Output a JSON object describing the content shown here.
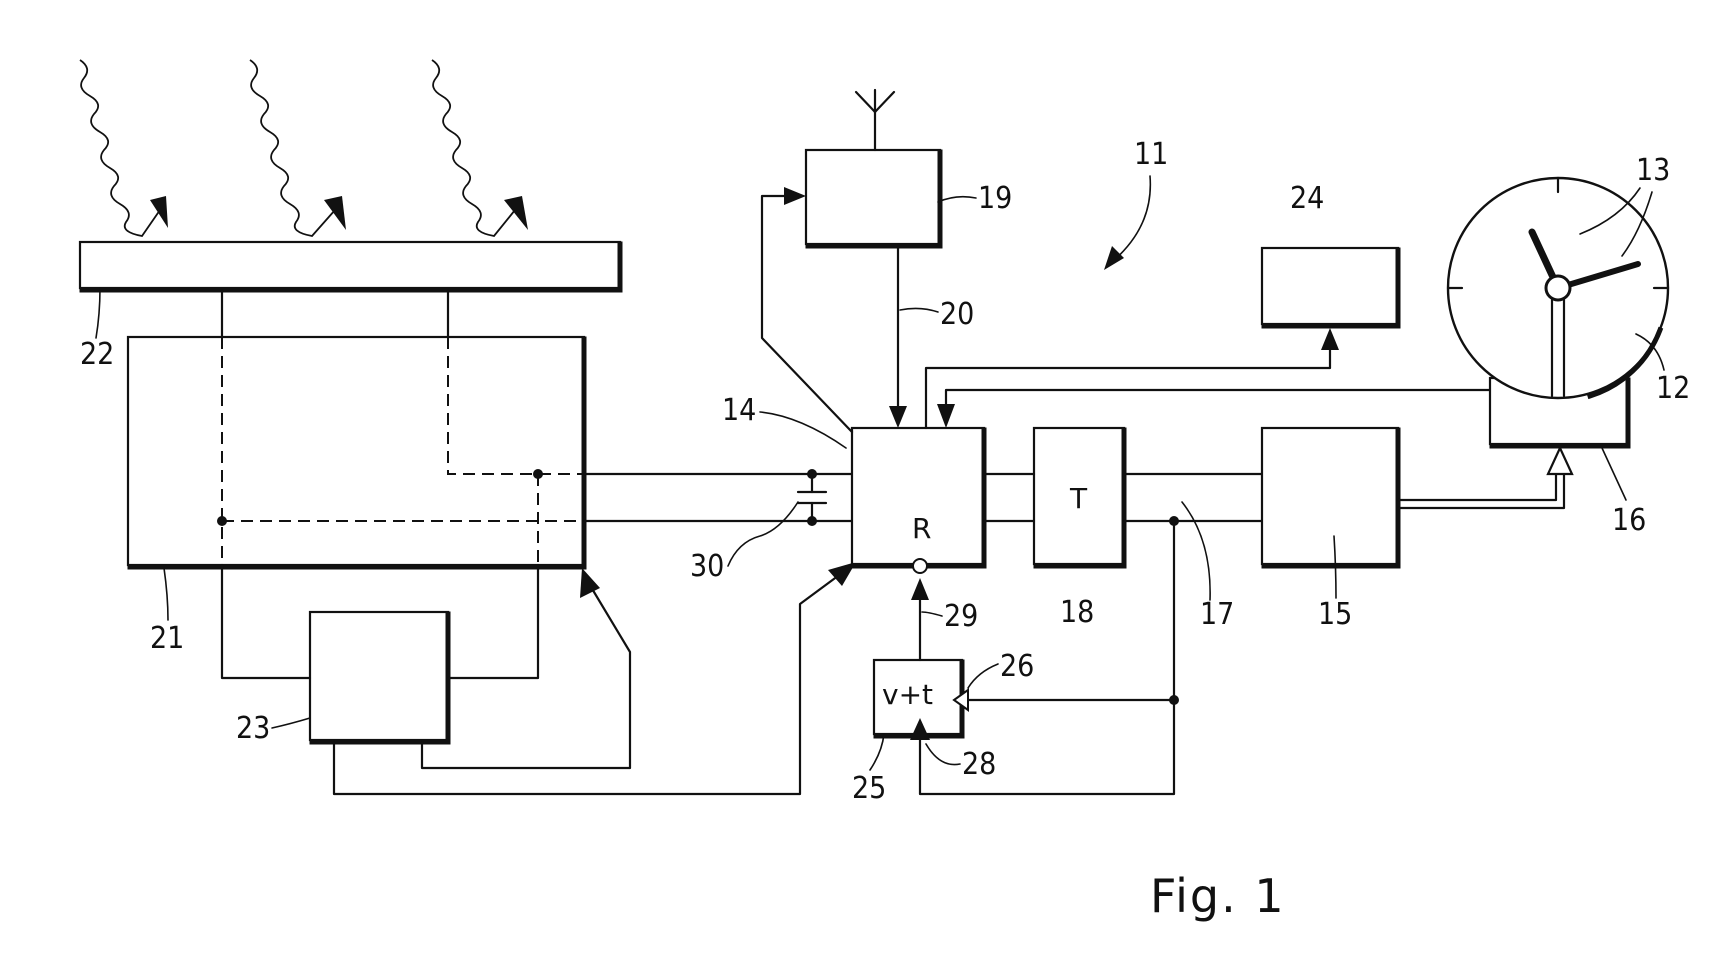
{
  "figure": {
    "caption": "Fig. 1"
  },
  "labels": {
    "system": "11",
    "clock_face": "12",
    "hands": "13",
    "controller": "14",
    "box15": "15",
    "housing16": "16",
    "line17": "17",
    "box18": "18",
    "receiver": "19",
    "line20": "20",
    "box21": "21",
    "solar_panel": "22",
    "box23": "23",
    "box24": "24",
    "box25": "25",
    "input26": "26",
    "input28": "28",
    "line29": "29",
    "capacitor": "30"
  },
  "inner_text": {
    "box18": "T",
    "controller_port": "R",
    "box25": "v+t"
  }
}
